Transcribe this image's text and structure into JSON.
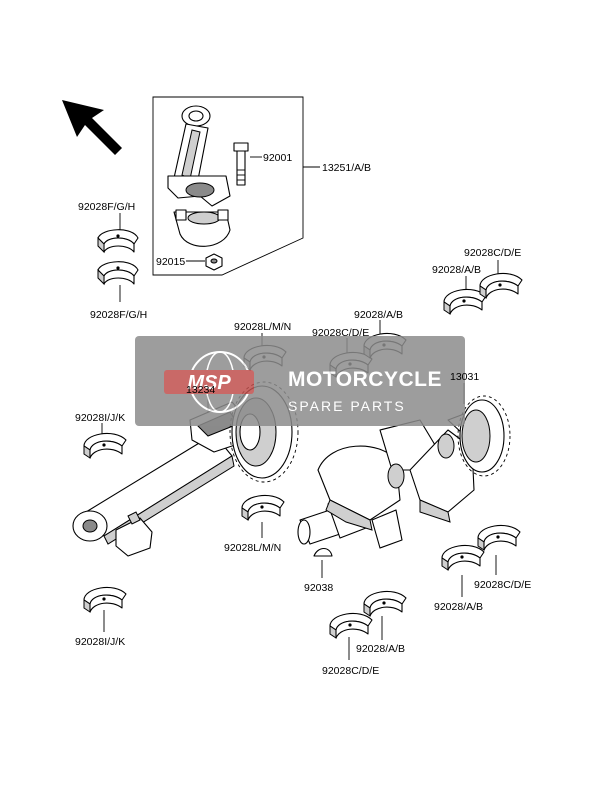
{
  "watermark": {
    "title": "MOTORCYCLE",
    "subtitle": "SPARE PARTS",
    "badge": "MSP"
  },
  "labels": {
    "conrod_assy": "13251/A/B",
    "conrod_bolt": "92001",
    "conrod_nut": "92015",
    "conrod_bearing_upper": "92028F/G/H",
    "conrod_bearing_lower": "92028F/G/H",
    "balancer_bearing_top": "92028L/M/N",
    "balancer_shaft": "13234",
    "balancer_bearing_left": "92028I/J/K",
    "balancer_bearing_bottom": "92028L/M/N",
    "balancer_bearing_lower_left": "92028I/J/K",
    "crank_bearing_cde_mid": "92028C/D/E",
    "crank_bearing_ab_mid": "92028/A/B",
    "crank_bearing_ab_right": "92028/A/B",
    "crank_bearing_cde_right": "92028C/D/E",
    "crankshaft": "13031",
    "key": "92038",
    "crank_bearing_ab_lower_right": "92028/A/B",
    "crank_bearing_cde_lower_right": "92028C/D/E",
    "crank_bearing_ab_bottom": "92028/A/B",
    "crank_bearing_cde_bottom": "92028C/D/E"
  },
  "colors": {
    "watermark_bg": "#8c8c8c",
    "line": "#000000",
    "shade": "#cfcfcf"
  }
}
